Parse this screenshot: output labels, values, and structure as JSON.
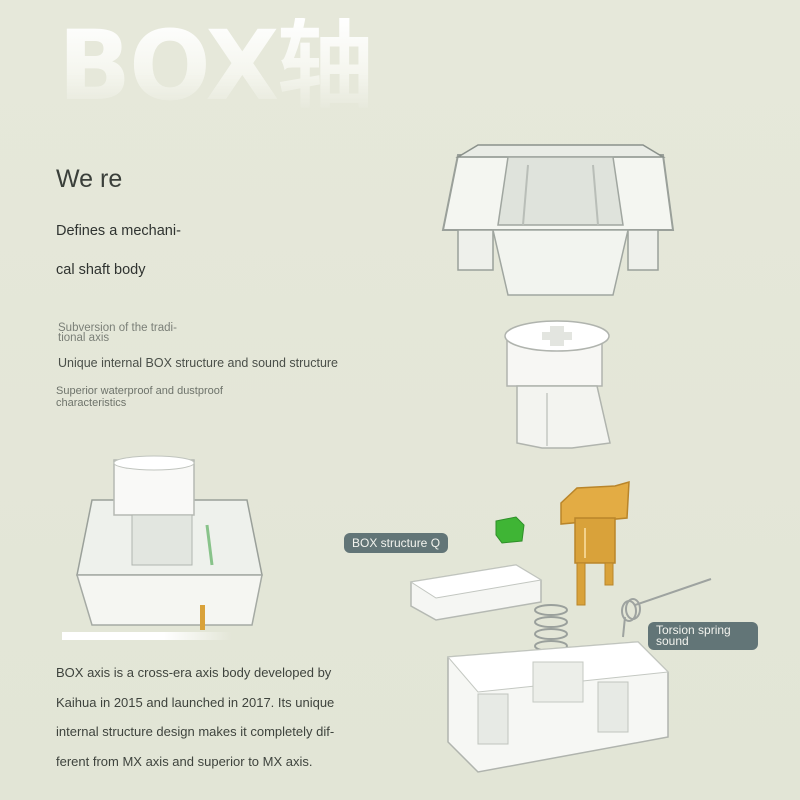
{
  "hero": {
    "title": "BOX轴"
  },
  "intro": {
    "heading": "We re",
    "line1": "Defines a mechani-",
    "line2": "cal shaft body"
  },
  "features": {
    "f1": "Subversion of the tradi-",
    "f1b": "tional axis",
    "f2": "Unique internal BOX structure and sound structure",
    "f3": "Superior waterproof and dustproof",
    "f3b": "characteristics"
  },
  "labels": {
    "box_structure": "BOX structure Q",
    "torsion": "Torsion spring",
    "torsion_b": "sound"
  },
  "description": {
    "l1": "BOX axis is a cross-era axis body developed by",
    "l2": "Kaihua in 2015 and launched in 2017. Its unique",
    "l3": "internal structure design makes it completely dif-",
    "l4": "ferent from MX axis and superior to MX axis."
  },
  "colors": {
    "background": "#e4e6d8",
    "tag": "#627577",
    "gold": "#d9a23a",
    "green": "#3fb535"
  }
}
